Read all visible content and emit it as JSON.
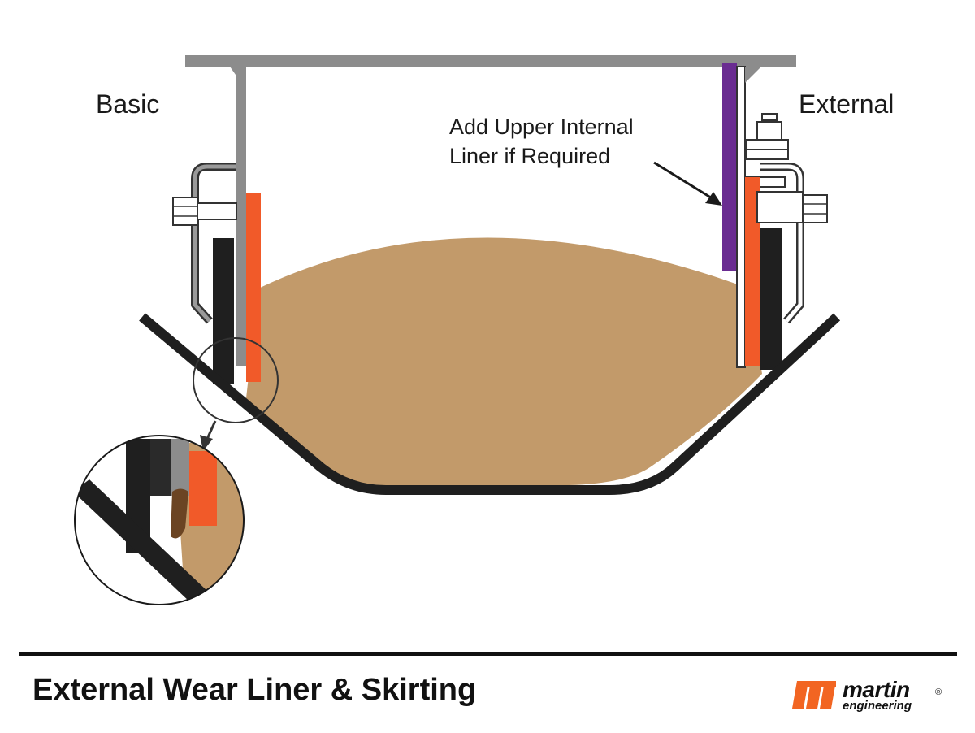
{
  "labels": {
    "basic": "Basic",
    "external": "External",
    "note_line1": "Add Upper Internal",
    "note_line2": "Liner if Required"
  },
  "caption": "External Wear Liner & Skirting",
  "logo": {
    "word1": "martin",
    "word2": "engineering",
    "reg": "®"
  },
  "colors": {
    "liner_orange": "#f15a29",
    "material_tan": "#c29a6a",
    "steel_gray": "#8c8c8c",
    "upper_liner_purple": "#6a2c91",
    "rubber_black": "#1f1f1f",
    "fines_brown": "#6b4423",
    "logo_orange": "#f26522"
  }
}
